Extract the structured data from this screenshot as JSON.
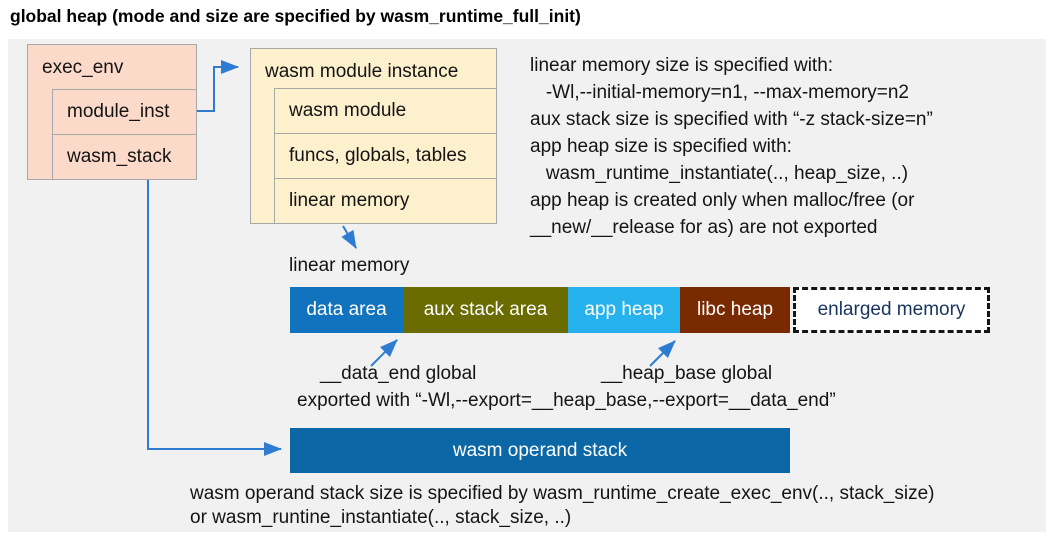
{
  "title": "global heap (mode and size are specified by wasm_runtime_full_init)",
  "exec_env": {
    "header": "exec_env",
    "children": [
      "module_inst",
      "wasm_stack"
    ]
  },
  "module_instance": {
    "header": "wasm module instance",
    "children": [
      "wasm module",
      "funcs, globals, tables",
      "linear memory"
    ]
  },
  "notes": {
    "lines": [
      "linear memory size is specified with:",
      "   -Wl,--initial-memory=n1, --max-memory=n2",
      "aux stack size is specified with “-z stack-size=n”",
      "app heap size is specified with:",
      "   wasm_runtime_instantiate(.., heap_size, ..)",
      "app heap is created only when malloc/free (or",
      "__new/__release for as) are not exported"
    ]
  },
  "linear_memory": {
    "label": "linear memory",
    "segments": [
      {
        "label": "data area",
        "color": "#1173bd"
      },
      {
        "label": "aux stack area",
        "color": "#6a6b00"
      },
      {
        "label": "app heap",
        "color": "#27b2ed"
      },
      {
        "label": "libc heap",
        "color": "#7a2a00"
      },
      {
        "label": "enlarged memory",
        "color": "#ffffff",
        "text_color": "#17355e",
        "style": "dashed-outline"
      }
    ]
  },
  "annotations": {
    "data_end_label": "__data_end global",
    "heap_base_label": "__heap_base global",
    "export_line": "exported with “-Wl,--export=__heap_base,--export=__data_end”"
  },
  "operand_stack": {
    "label": "wasm operand stack",
    "color": "#0b67a6"
  },
  "footer": {
    "line1": "wasm operand stack size is specified by wasm_runtime_create_exec_env(.., stack_size)",
    "line2": "or wasm_runtine_instantiate(.., stack_size, ..)"
  },
  "colors": {
    "arrow": "#2e7cd1",
    "panel": "#f1f1f2",
    "struct_box_salmon": "#fbdaca",
    "struct_box_cream": "#fdf0cd"
  }
}
